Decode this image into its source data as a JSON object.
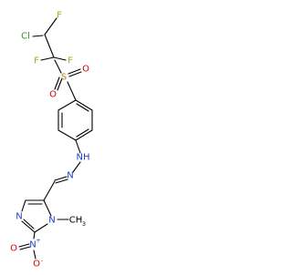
{
  "colors": {
    "bond": "#000000",
    "carbon_text": "#000000",
    "chlorine": "#3c8a2e",
    "fluorine": "#b5a21a",
    "sulfur": "#b58a12",
    "oxygen": "#d40000",
    "nitrogen": "#1f3fbf"
  },
  "atoms": {
    "cl": "Cl",
    "f_top": "F",
    "f_left": "F",
    "f_mid": "F",
    "s": "S",
    "o_left": "O",
    "o_right": "O",
    "nh": "NH",
    "n_hydrazone": "N",
    "n_ring_top": "N",
    "n_ring_bottom": "N",
    "n_nitro": "N",
    "o_nitro_left": "O",
    "o_nitro_right": "O",
    "n_methyl": "CH",
    "n_methyl_sub": "3"
  },
  "charges": {
    "n_nitro_plus": "+",
    "o_nitro_minus": "-"
  }
}
